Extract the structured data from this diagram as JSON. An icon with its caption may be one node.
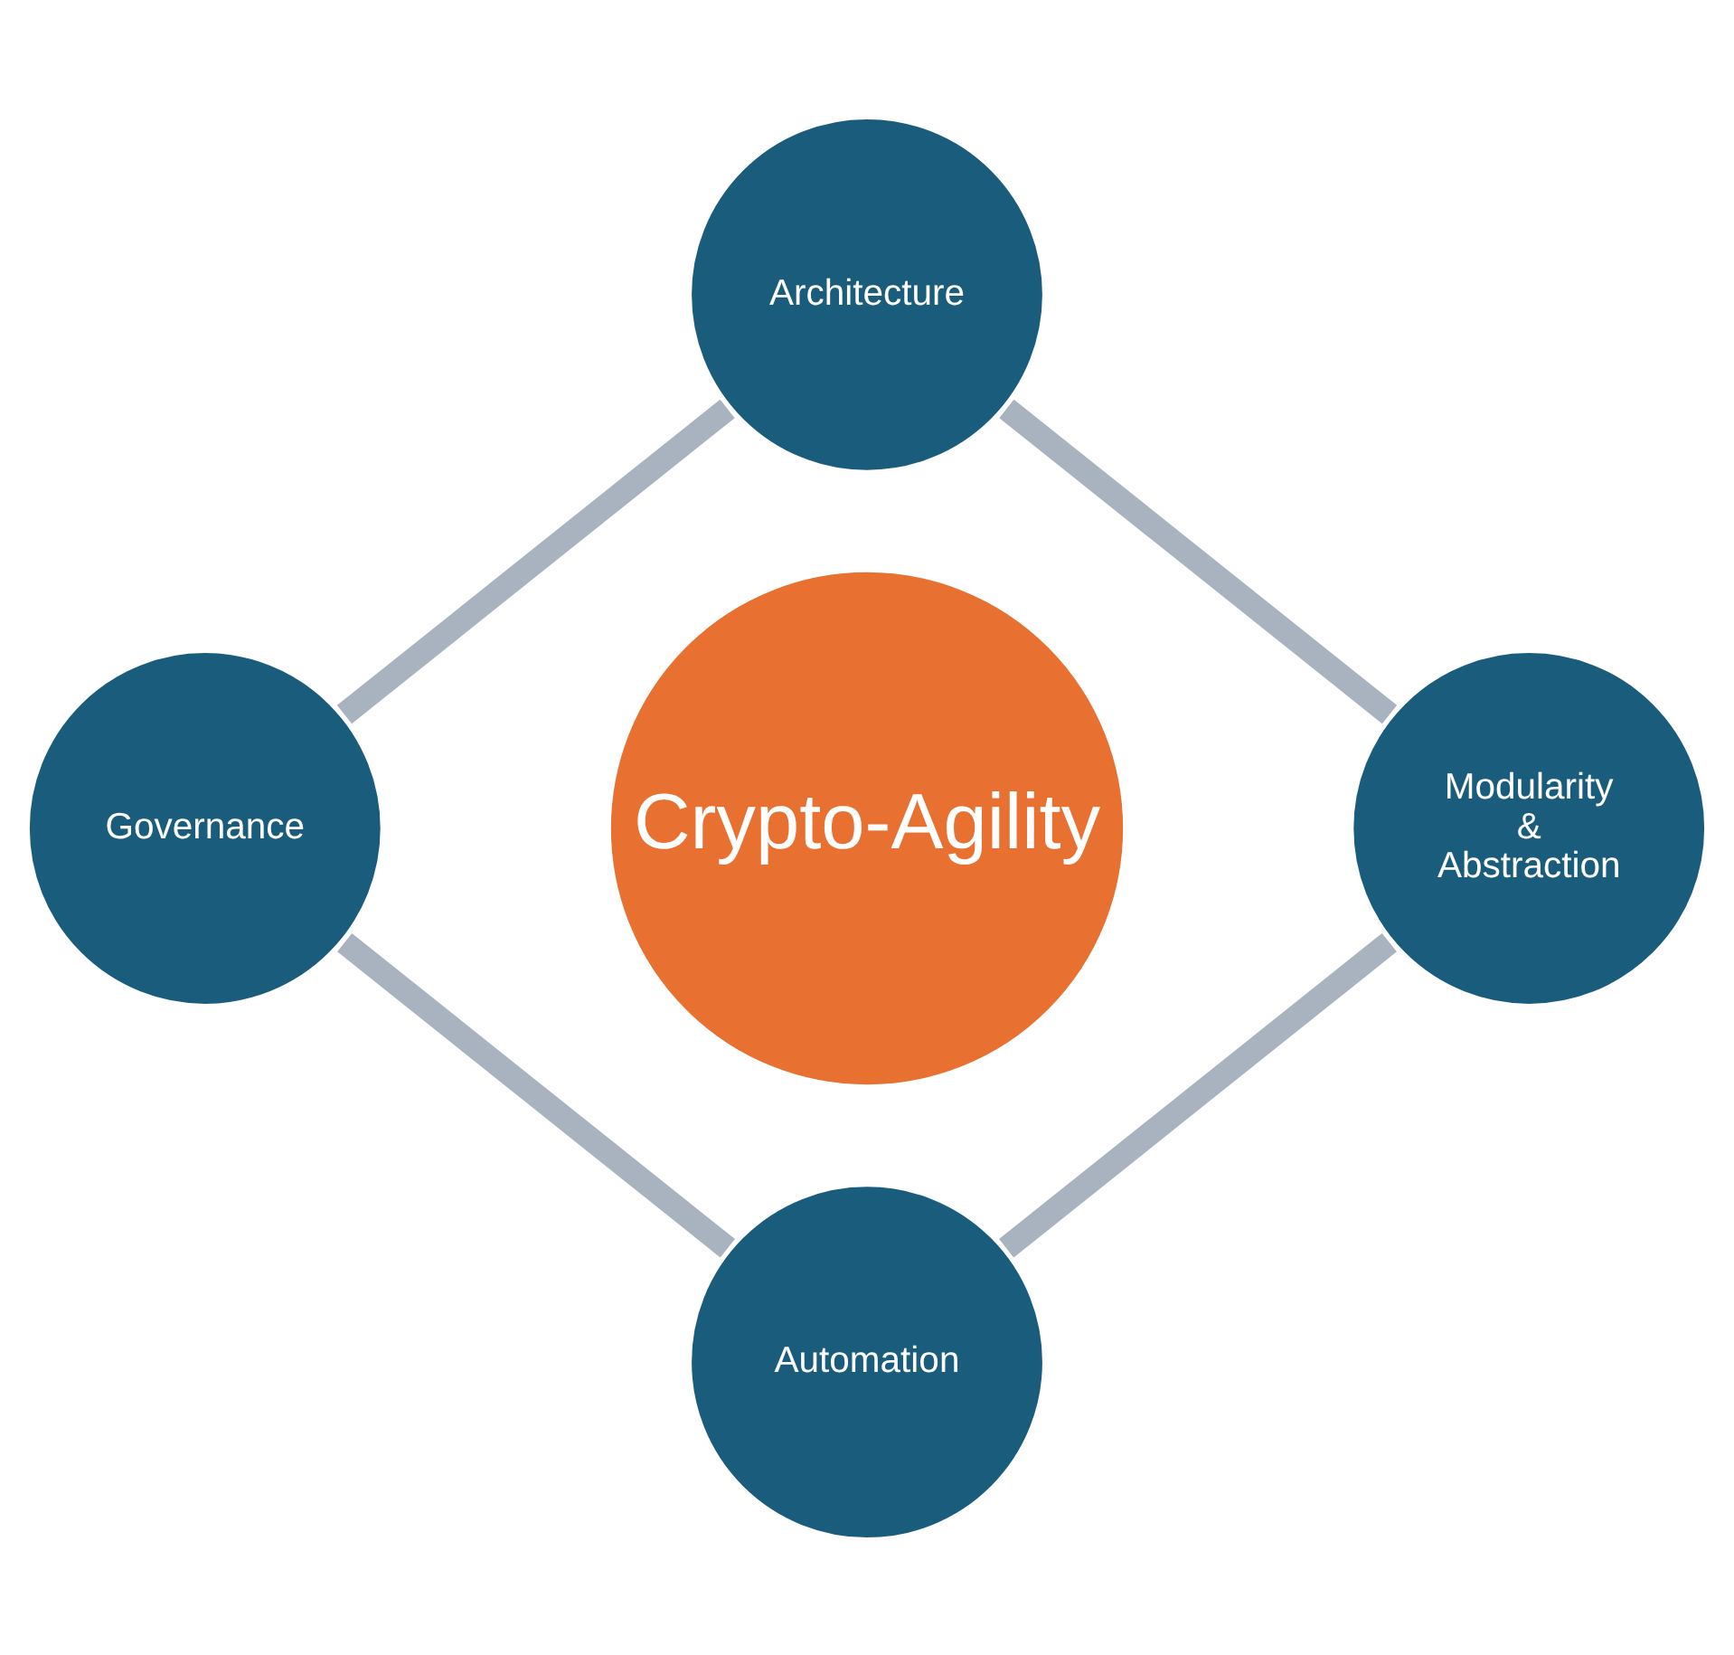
{
  "diagram": {
    "nodes": [
      {
        "text": [
          "Architecture"
        ]
      },
      {
        "text": [
          "Governance"
        ]
      },
      {
        "text": [
          "Crypto-Agility"
        ]
      },
      {
        "text": [
          "Modularity & Abstraction"
        ]
      },
      {
        "text": [
          "Automation"
        ]
      }
    ],
    "edges": [
      {
        "from": 0,
        "to": 3,
        "arrow": "none"
      },
      {
        "from": 3,
        "to": 4,
        "arrow": "none"
      },
      {
        "from": 1,
        "to": 4,
        "arrow": "none"
      },
      {
        "from": 0,
        "to": 1,
        "arrow": "none"
      }
    ]
  }
}
